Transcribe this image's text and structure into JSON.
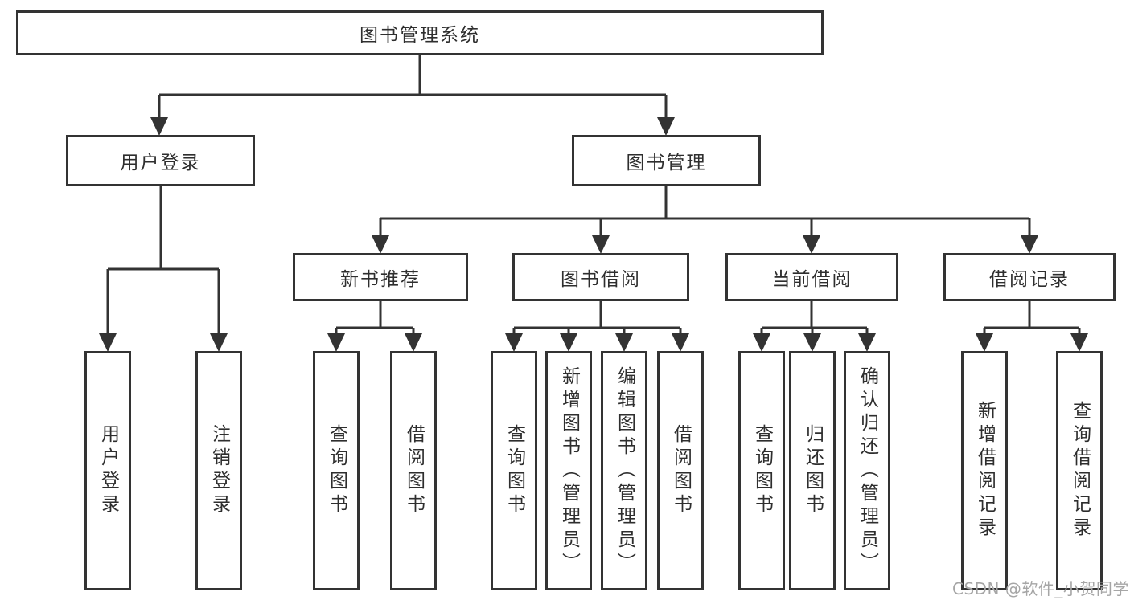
{
  "diagram": {
    "title": "图书管理系统",
    "tree": {
      "root": {
        "label": "图书管理系统"
      },
      "level2": [
        {
          "label": "用户登录",
          "children": [
            {
              "label": "用户登录"
            },
            {
              "label": "注销登录"
            }
          ]
        },
        {
          "label": "图书管理",
          "children": [
            {
              "label": "新书推荐",
              "children": [
                {
                  "label": "查询图书"
                },
                {
                  "label": "借阅图书"
                }
              ]
            },
            {
              "label": "图书借阅",
              "children": [
                {
                  "label": "查询图书"
                },
                {
                  "label": "新增图书（管理员）"
                },
                {
                  "label": "编辑图书（管理员）"
                },
                {
                  "label": "借阅图书"
                }
              ]
            },
            {
              "label": "当前借阅",
              "children": [
                {
                  "label": "查询图书"
                },
                {
                  "label": "归还图书"
                },
                {
                  "label": "确认归还（管理员）"
                }
              ]
            },
            {
              "label": "借阅记录",
              "children": [
                {
                  "label": "新增借阅记录"
                },
                {
                  "label": "查询借阅记录"
                }
              ]
            }
          ]
        }
      ]
    }
  },
  "watermark": {
    "text": "CSDN @软件_小贺同学"
  },
  "colors": {
    "line": "#333333",
    "text": "#2e2e2e",
    "background": "#ffffff",
    "watermark": "#a6a6a6"
  }
}
